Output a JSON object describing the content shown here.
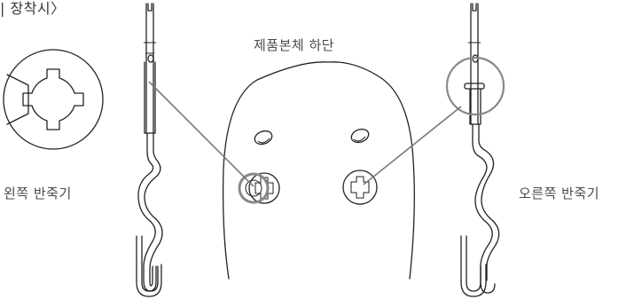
{
  "labels": {
    "header": "| 장착시〉",
    "base": "제품본체 하단",
    "left_hook": "왼쪽 반죽기",
    "right_hook": "오른쪽 반죽기"
  },
  "colors": {
    "ink": "#222222",
    "callout": "#7a7a7a",
    "text": "#4a4a4a"
  }
}
